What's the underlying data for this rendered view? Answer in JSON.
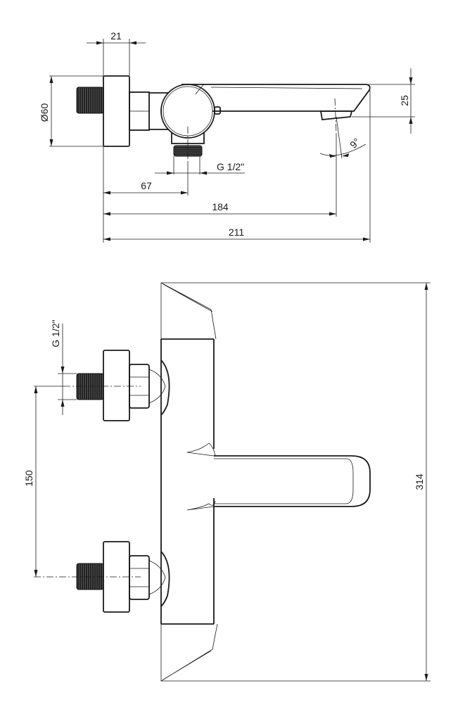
{
  "drawing": {
    "title": "Bath mixer technical drawing",
    "side_view": {
      "dimensions": {
        "flange_depth": "21",
        "flange_diameter": "Ø60",
        "spout_height": "25",
        "spout_angle": "9°",
        "outlet_thread": "G 1/2\"",
        "outlet_offset": "67",
        "spout_reach": "184",
        "total_depth": "211"
      }
    },
    "front_view": {
      "dimensions": {
        "inlet_thread": "G 1/2\"",
        "inlet_spacing": "150",
        "total_width": "314"
      }
    }
  }
}
